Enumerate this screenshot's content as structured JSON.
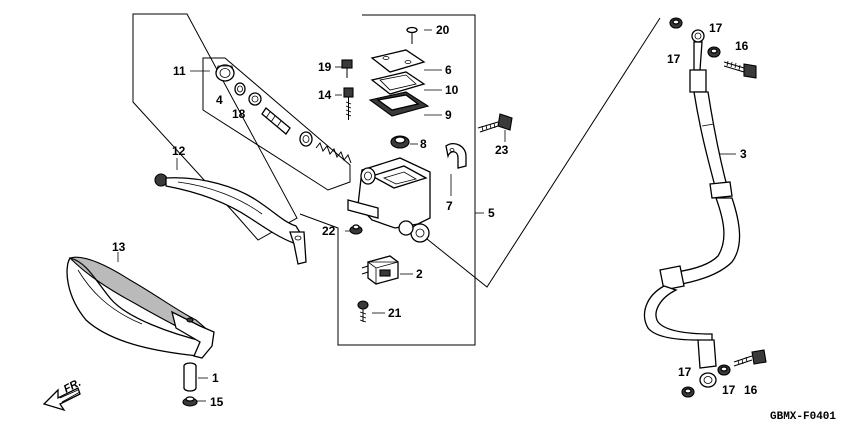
{
  "labels": {
    "n1": "1",
    "n2": "2",
    "n3": "3",
    "n4": "4",
    "n5": "5",
    "n6": "6",
    "n7": "7",
    "n8": "8",
    "n9": "9",
    "n10": "10",
    "n11": "11",
    "n12": "12",
    "n13": "13",
    "n14": "14",
    "n15": "15",
    "n16a": "16",
    "n16b": "16",
    "n17a": "17",
    "n17b": "17",
    "n17c": "17",
    "n17d": "17",
    "n18": "18",
    "n19": "19",
    "n20": "20",
    "n21": "21",
    "n22": "22",
    "n23": "23"
  },
  "direction_label": "FR.",
  "diagram_code": "GBMX-F0401"
}
